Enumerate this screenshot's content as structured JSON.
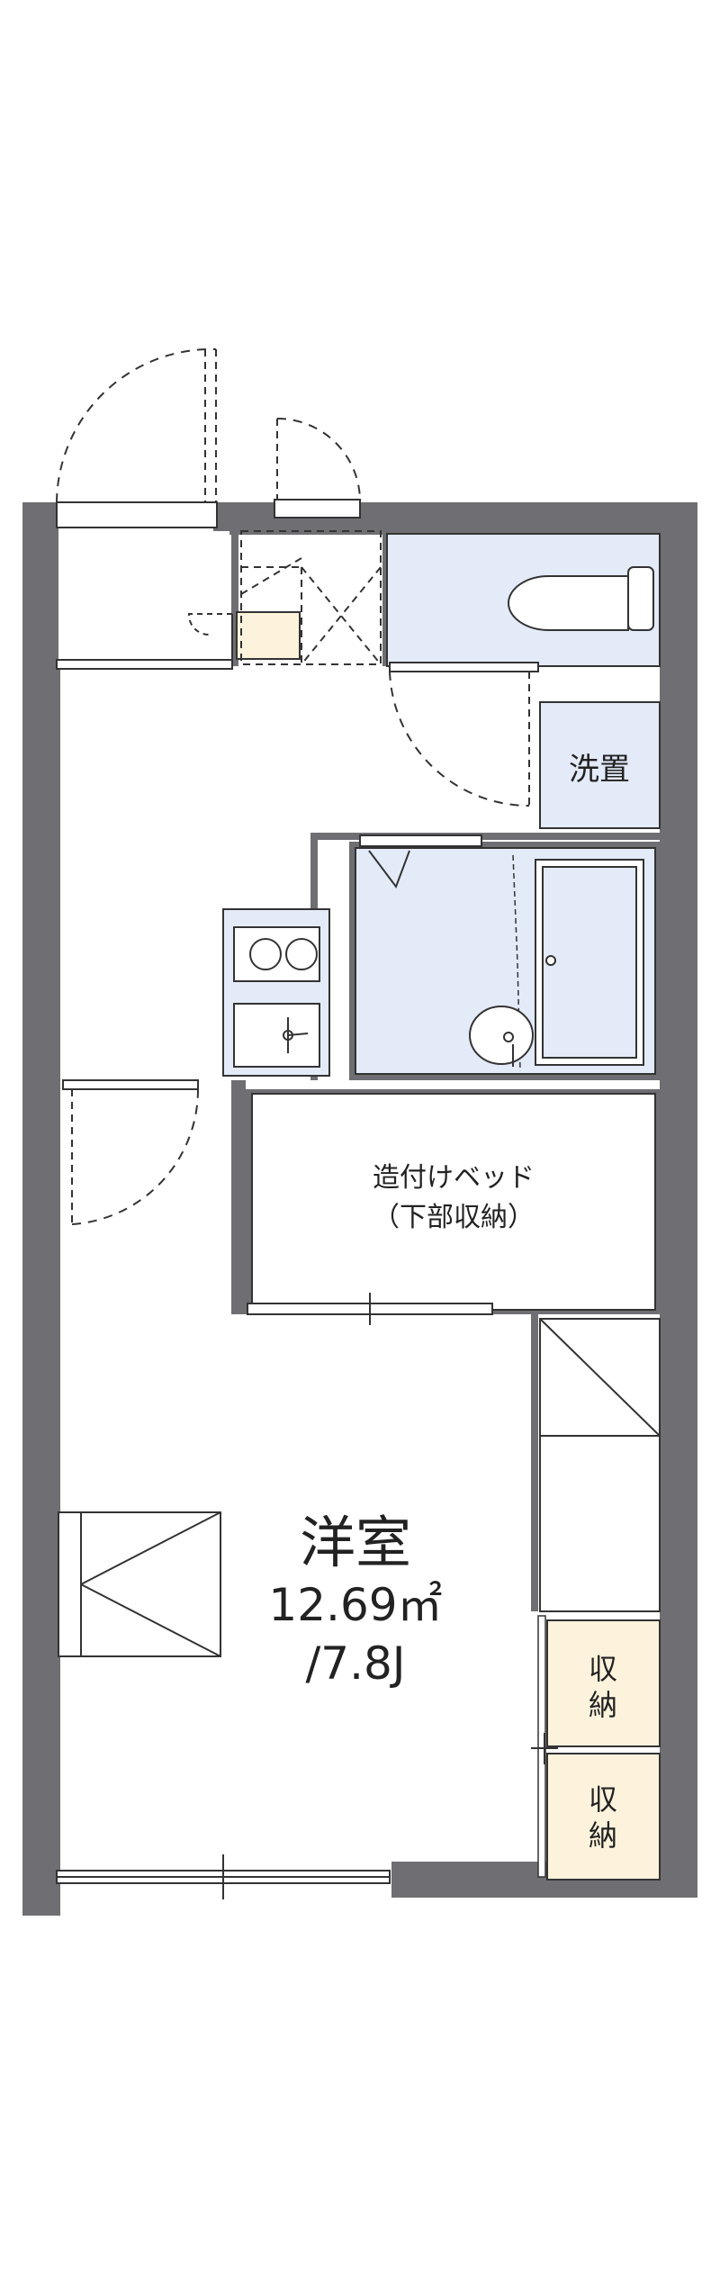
{
  "colors": {
    "wall": "#6e6e73",
    "wet_area": "#e3eaf8",
    "storage": "#fdf3dc",
    "line": "#333333"
  },
  "rooms": {
    "western_room": {
      "name": "洋室",
      "area": "12.69㎡",
      "size": "/7.8J"
    },
    "built_in_bed": {
      "line1": "造付けベッド",
      "line2": "（下部収納）"
    },
    "washer": "洗置",
    "storage_1": {
      "line1": "収",
      "line2": "納"
    },
    "storage_2": {
      "line1": "収",
      "line2": "納"
    }
  },
  "icons": [
    "toilet-icon",
    "bathtub-icon",
    "washbasin-icon",
    "stove-icon",
    "sink-icon",
    "door-swing-icon",
    "window-icon"
  ]
}
